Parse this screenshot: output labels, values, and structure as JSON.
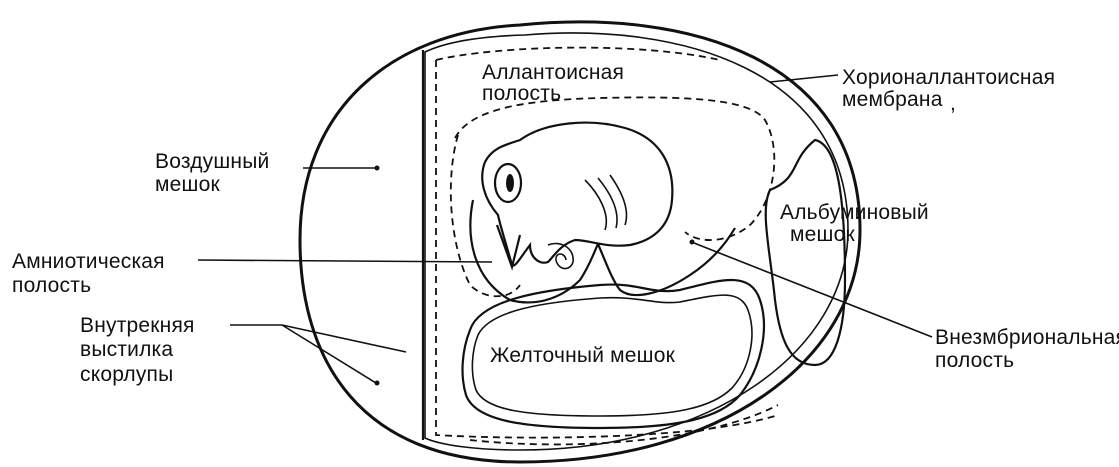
{
  "labels": {
    "allantoic_cavity": [
      "Аллантоисная",
      "полость"
    ],
    "chorioallantoic_membrane": [
      "Хорионаллантоисная",
      "мембрана"
    ],
    "air_sac": [
      "Воздушный",
      "мешок"
    ],
    "albumen_sac": [
      "Альбуминовый",
      "мешок"
    ],
    "amniotic_cavity": [
      "Амниотическая",
      "полость"
    ],
    "inner_shell_lining": [
      "Внутрекняя",
      "выстилка",
      "скорлупы"
    ],
    "yolk_sac": "Желточный мешок",
    "extraembryonic_cavity": [
      "Внезмбриональная",
      "полость"
    ]
  },
  "stray_mark": ","
}
